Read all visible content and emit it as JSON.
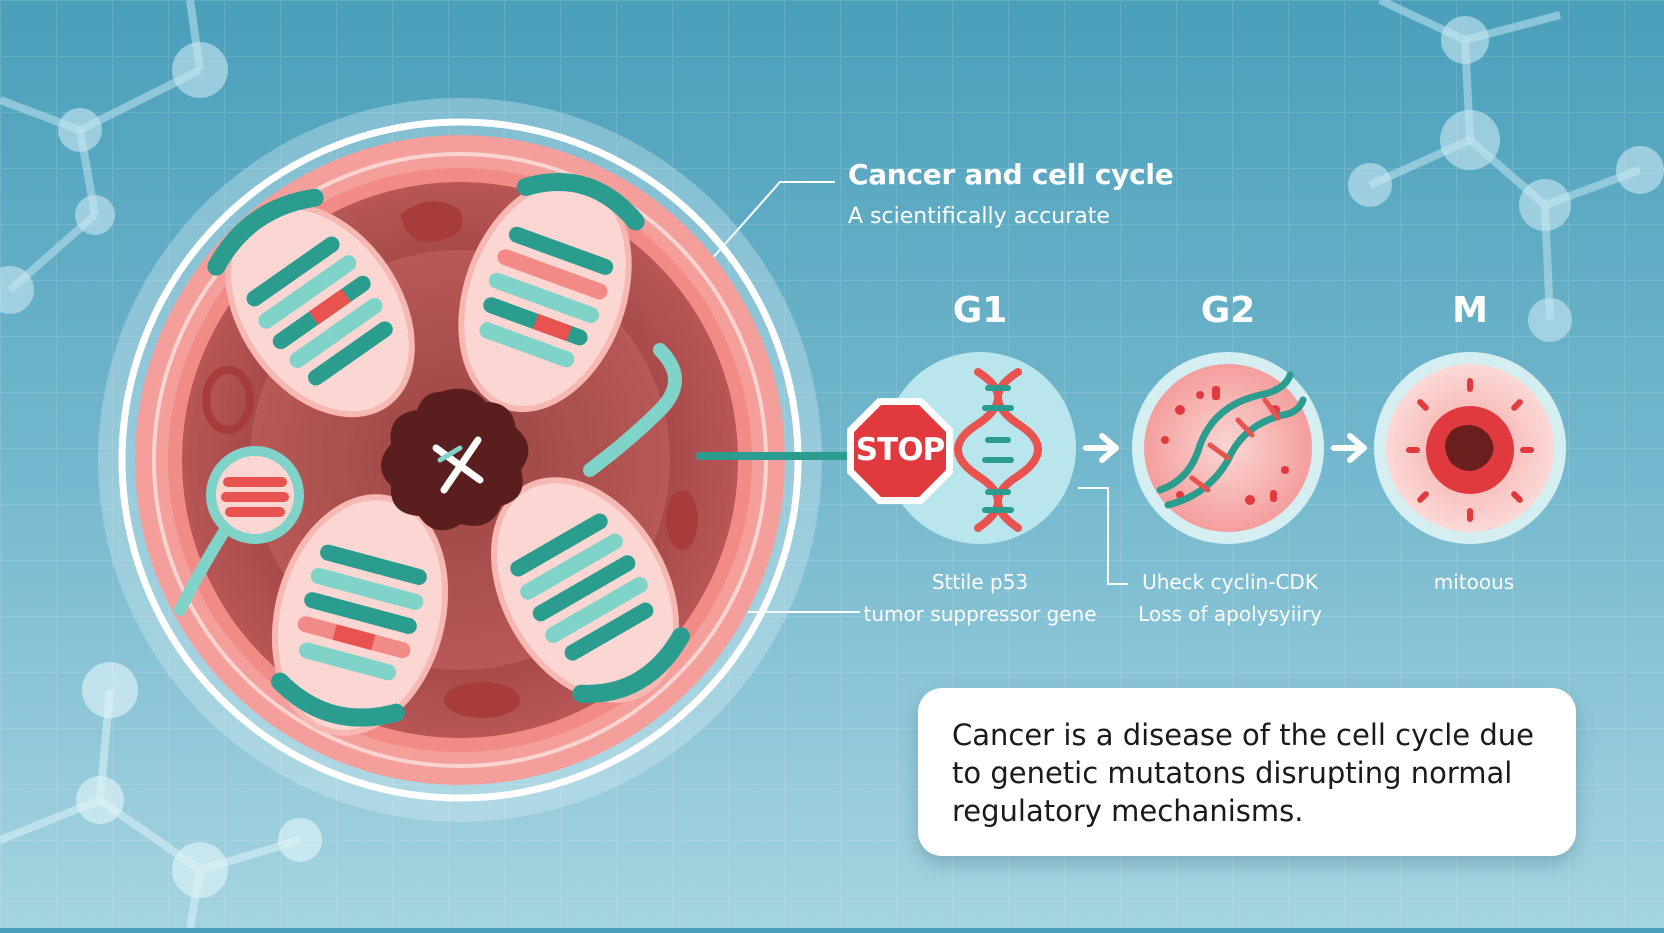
{
  "diagram": {
    "title": "Cancer and cell cycle",
    "subtitle": "A scientifically accurate",
    "stop_sign": "STOP",
    "phases": [
      {
        "label": "G1",
        "caption_lines": [
          "Sttile p53",
          "tumor suppressor gene"
        ]
      },
      {
        "label": "G2",
        "caption_lines": [
          "Uheck cyclin-CDK",
          "Loss of apolysyiiry"
        ]
      },
      {
        "label": "M",
        "caption_lines": [
          "mitoous"
        ]
      }
    ],
    "summary": "Cancer is a disease of the cell cycle due to genetic mutatons disrupting normal regulatory mechanisms.",
    "colors": {
      "teal": "#2a9d8f",
      "coral": "#f08080",
      "red": "#e03a3e",
      "dark_maroon": "#5a1e1e",
      "background": "#5aa8c2"
    }
  }
}
